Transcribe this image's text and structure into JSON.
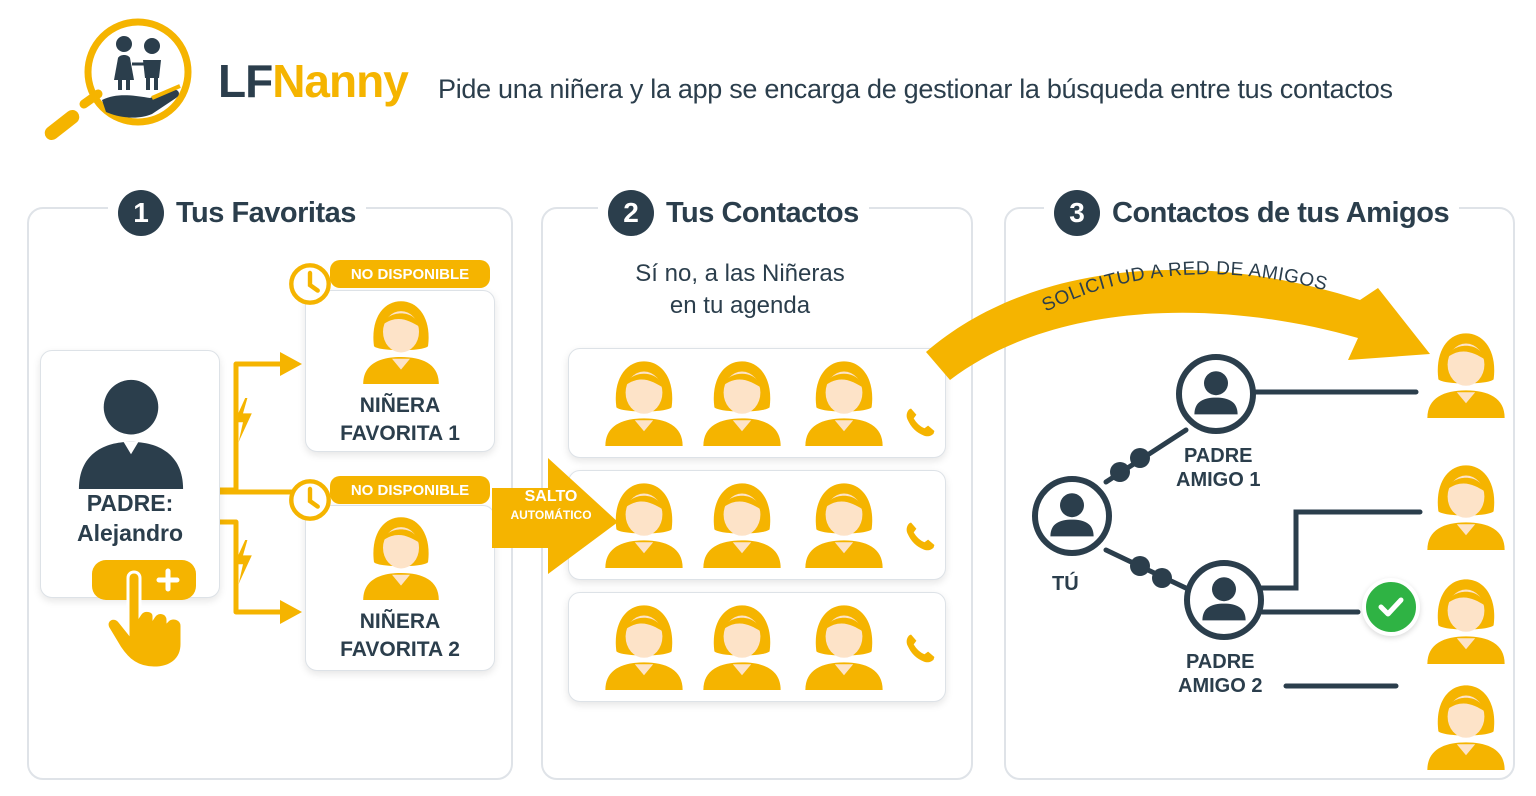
{
  "brand": {
    "name_part1": "LF",
    "name_part2": "Nanny"
  },
  "tagline": "Pide una niñera y la app se encarga de gestionar la búsqueda entre tus contactos",
  "steps": [
    {
      "number": "1",
      "title": "Tus Favoritas"
    },
    {
      "number": "2",
      "title": "Tus Contactos"
    },
    {
      "number": "3",
      "title": "Contactos de tus Amigos"
    }
  ],
  "step1": {
    "parent_label_line1": "PADRE:",
    "parent_label_line2": "Alejandro",
    "nannies": [
      {
        "status": "NO DISPONIBLE",
        "label_line1": "NIÑERA",
        "label_line2": "FAVORITA 1"
      },
      {
        "status": "NO DISPONIBLE",
        "label_line1": "NIÑERA",
        "label_line2": "FAVORITA 2"
      }
    ]
  },
  "step2": {
    "subtitle_line1": "Sí no, a las Niñeras",
    "subtitle_line2": "en tu agenda",
    "jump_label_line1": "SALTO",
    "jump_label_line2": "AUTOMÁTICO",
    "rows": 3,
    "nannies_per_row": 3
  },
  "step3": {
    "request_label": "SOLICITUD A RED DE AMIGOS",
    "you_label": "TÚ",
    "friend1_line1": "PADRE",
    "friend1_line2": "AMIGO 1",
    "friend2_line1": "PADRE",
    "friend2_line2": "AMIGO 2"
  },
  "colors": {
    "navy": "#2b3e4c",
    "yellow": "#f5b400",
    "skin": "#fde3c8",
    "green": "#2fb344",
    "border": "#dfe3e8"
  },
  "icons": [
    "kids-hands-logo-icon",
    "clock-icon",
    "phone-icon",
    "person-icon",
    "nanny-icon",
    "tap-hand-icon",
    "lightning-icon",
    "check-icon"
  ]
}
